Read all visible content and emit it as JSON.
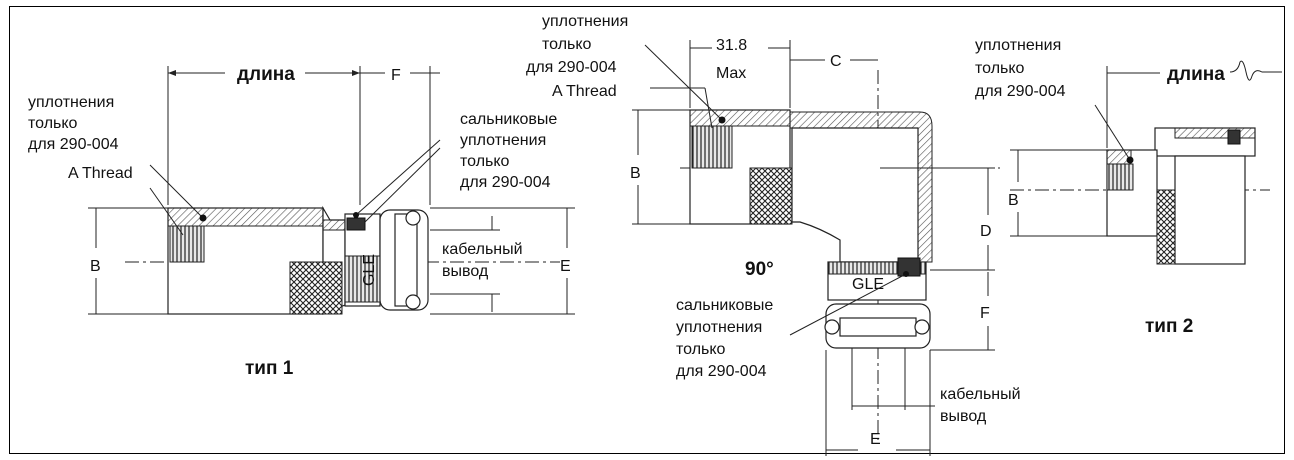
{
  "labels": {
    "seal_label_line1": "уплотнения",
    "seal_label_line2": "только",
    "seal_label_line3": "для 290-004",
    "a_thread": "A Thread",
    "length": "длина",
    "f": "F",
    "b": "B",
    "c": "C",
    "d": "D",
    "e": "E",
    "gland_line1": "сальниковые",
    "gland_line2": "уплотнения",
    "gland_line3": "только",
    "gland_line4": "для 290-004",
    "cable_line1": "кабельный",
    "cable_line2": "вывод",
    "type1": "тип 1",
    "type2": "тип 2",
    "angle": "90°",
    "dim_value": "31.8",
    "dim_max": "Max",
    "gle": "GLE"
  },
  "colors": {
    "ink": "#111111",
    "hatch": "#555555",
    "background": "#ffffff"
  }
}
